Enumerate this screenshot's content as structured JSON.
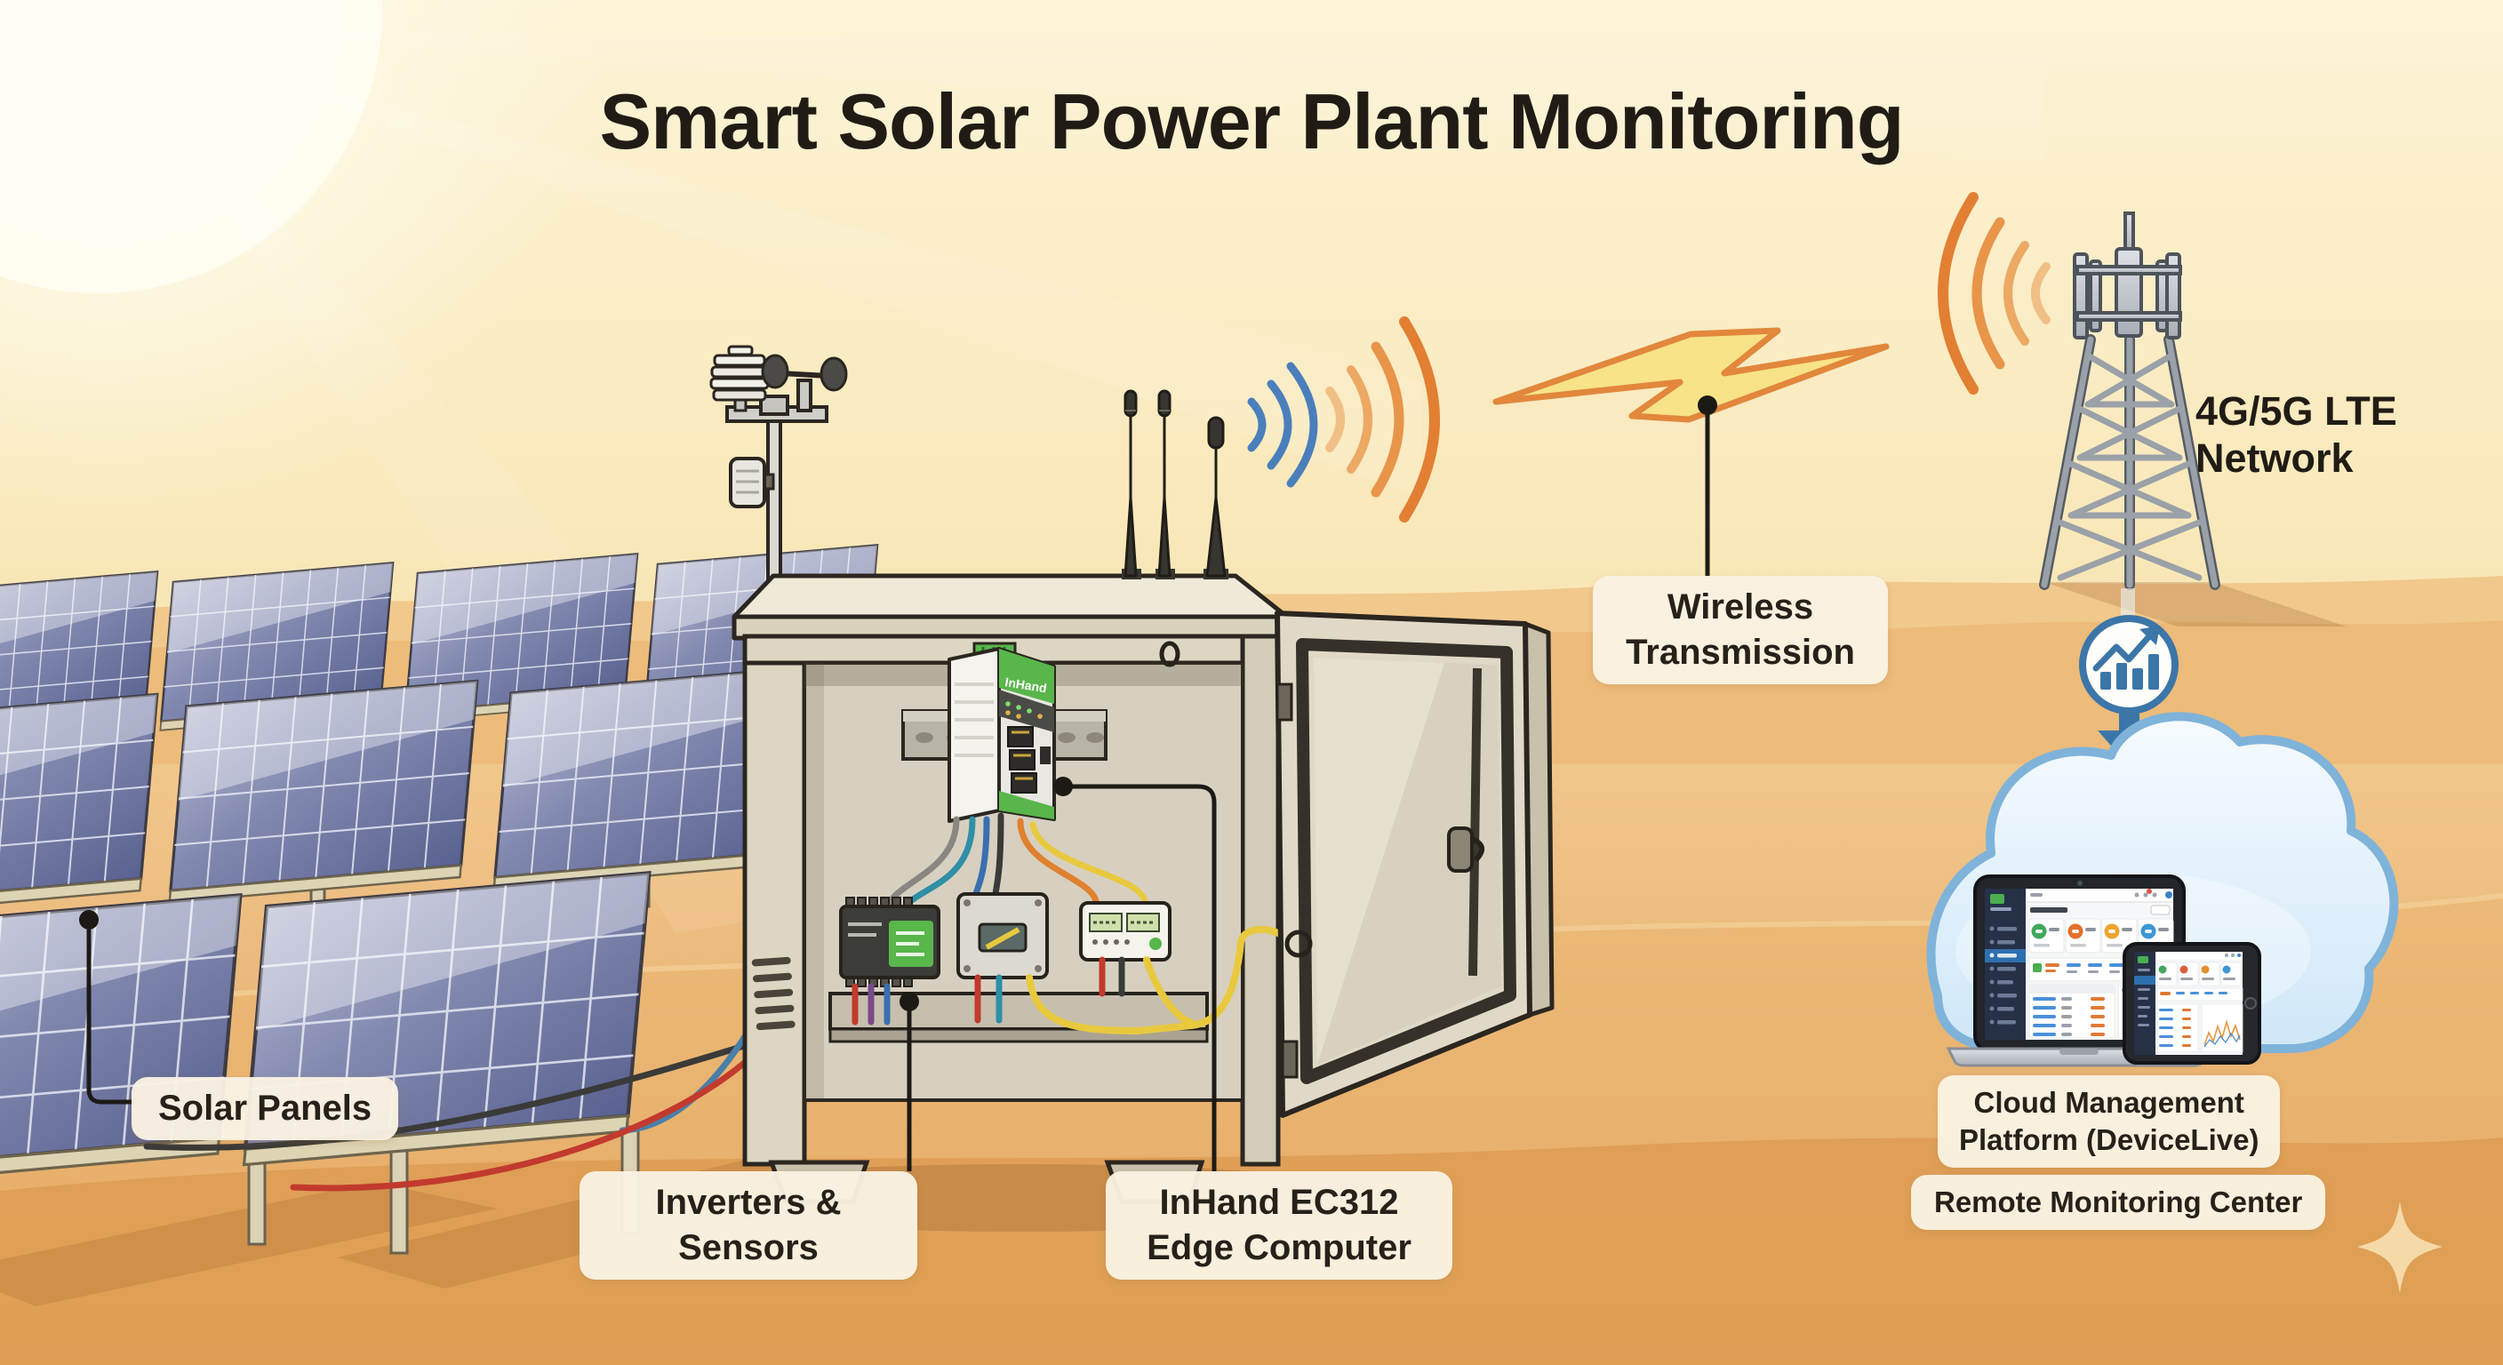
{
  "title": "Smart Solar Power Plant Monitoring",
  "labels": {
    "solar_panels": "Solar Panels",
    "inverters_line1": "Inverters &",
    "inverters_line2": "Sensors",
    "edge_line1": "InHand EC312",
    "edge_line2": "Edge Computer",
    "wireless_line1": "Wireless",
    "wireless_line2": "Transmission",
    "lte_line1": "4G/5G LTE",
    "lte_line2": "Network",
    "cloud_line1": "Cloud Management",
    "cloud_line2": "Platform (DeviceLive)",
    "remote_center": "Remote Monitoring Center"
  },
  "device": {
    "brand": "InHand"
  },
  "colors": {
    "accent_green": "#58b64a",
    "wifi_blue": "#4a7fbb",
    "wifi_orange": "#e8913f",
    "bolt_fill": "#f8e388",
    "bolt_stroke": "#e2873c",
    "link_blue": "#3c76a8",
    "cloud_stroke": "#7fb3da",
    "kpi_green": "#41a85c",
    "kpi_orange": "#e4702d",
    "kpi_amber": "#eda32f",
    "kpi_blue": "#3d97d3",
    "label_bg": "#faf3e3",
    "ink": "#231f18"
  }
}
